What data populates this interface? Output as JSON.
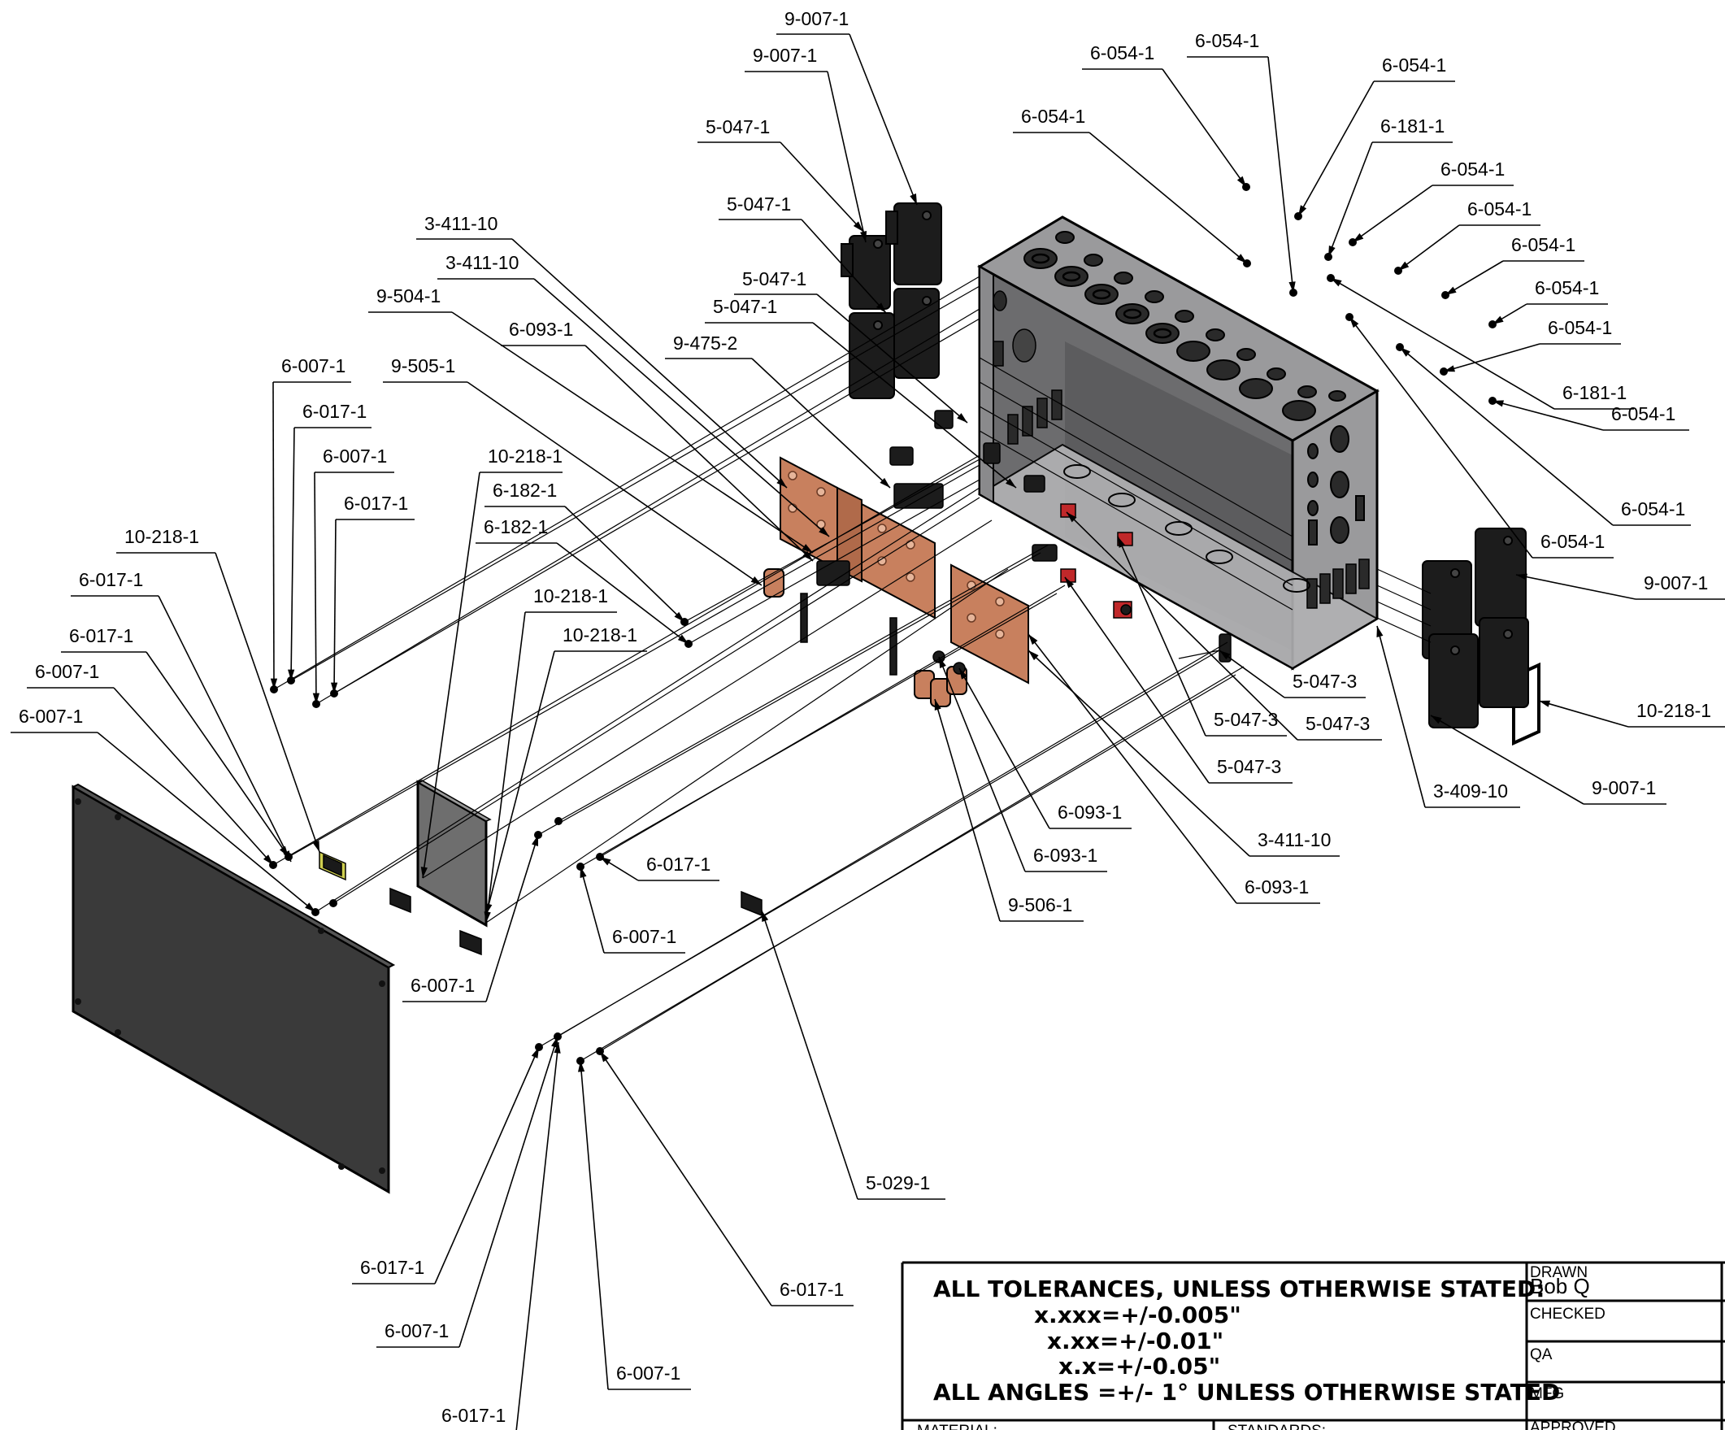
{
  "parts": {
    "label_9007_a": "9-007-1",
    "label_9007_b": "9-007-1",
    "label_5047_a": "5-047-1",
    "label_5047_b": "5-047-1",
    "label_5047_c": "5-047-1",
    "label_5047_d": "5-047-1",
    "label_3411_a": "3-411-10",
    "label_3411_b": "3-411-10",
    "label_9504": "9-504-1",
    "label_6093_a": "6-093-1",
    "label_9475": "9-475-2",
    "label_6007_a": "6-007-1",
    "label_9505": "9-505-1",
    "label_6017_a": "6-017-1",
    "label_6007_b": "6-007-1",
    "label_10218_a": "10-218-1",
    "label_6182_a": "6-182-1",
    "label_6017_b": "6-017-1",
    "label_6182_b": "6-182-1",
    "label_10218_b": "10-218-1",
    "label_6017_c": "6-017-1",
    "label_6017_d": "6-017-1",
    "label_6007_c": "6-007-1",
    "label_6007_d": "6-007-1",
    "label_10218_c": "10-218-1",
    "label_10218_d": "10-218-1",
    "label_6054_a": "6-054-1",
    "label_6054_b": "6-054-1",
    "label_6054_c": "6-054-1",
    "label_6054_d": "6-054-1",
    "label_6181_a": "6-181-1",
    "label_6054_e": "6-054-1",
    "label_6054_f": "6-054-1",
    "label_6054_g": "6-054-1",
    "label_6054_h": "6-054-1",
    "label_6054_i": "6-054-1",
    "label_6181_b": "6-181-1",
    "label_6054_j": "6-054-1",
    "label_6054_k": "6-054-1",
    "label_6054_l": "6-054-1",
    "label_9007_c": "9-007-1",
    "label_10218_e": "10-218-1",
    "label_5047_3a": "5-047-3",
    "label_5047_3b": "5-047-3",
    "label_5047_3c": "5-047-3",
    "label_5047_3d": "5-047-3",
    "label_3409": "3-409-10",
    "label_9007_d": "9-007-1",
    "label_3411_c": "3-411-10",
    "label_6093_b": "6-093-1",
    "label_6093_c": "6-093-1",
    "label_6093_d": "6-093-1",
    "label_9506": "9-506-1",
    "label_6017_e": "6-017-1",
    "label_6007_e": "6-007-1",
    "label_6007_f": "6-007-1",
    "label_5029": "5-029-1",
    "label_6017_f": "6-017-1",
    "label_6007_g": "6-007-1",
    "label_6017_g": "6-017-1",
    "label_6007_h": "6-007-1",
    "label_6017_h": "6-017-1"
  },
  "title_block": {
    "tolerance_heading": "ALL TOLERANCES, UNLESS OTHERWISE STATED:",
    "tol_3": "x.xxx=+/-0.005\"",
    "tol_2": "x.xx=+/-0.01\"",
    "tol_1": "x.x=+/-0.05\"",
    "angles": "ALL ANGLES =+/- 1° UNLESS OTHERWISE STATED",
    "material_label": "MATERIAL:",
    "standards_label": "STANDARDS:",
    "drawn_label": "DRAWN",
    "drawn_name": "Bob Q",
    "checked_label": "CHECKED",
    "qa_label": "QA",
    "mfg_label": "MFG",
    "approved_label": "APPROVED"
  },
  "colors": {
    "enclosure": "#9a9a9c",
    "panel": "#3a3a3a",
    "copper": "#c8805e",
    "dark_part": "#1c1c1c",
    "red_part": "#c0282a"
  }
}
